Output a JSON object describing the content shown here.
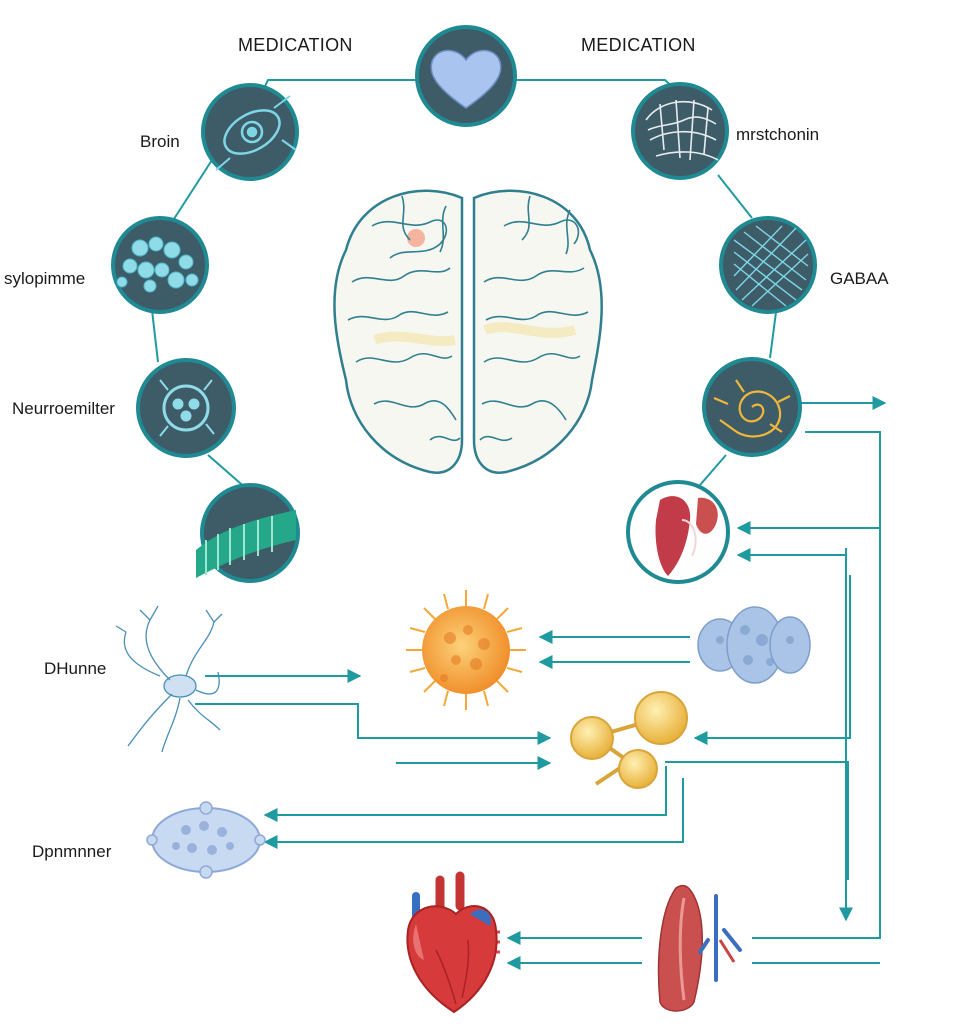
{
  "labels": {
    "medication_left": "MEDICATION",
    "medication_right": "MEDICATION",
    "brain": "Broin",
    "sylopimme": "sylopimme",
    "neurotransmitter": "Neurroemilter",
    "mitochondria": "mrstchonin",
    "gaba": "GABAA",
    "dhunne": "DHunne",
    "dopamine": "Dpnmnner"
  },
  "colors": {
    "connector": "#1f9aa0",
    "node_fill": "#3d5c68",
    "node_ring": "#1f8a92",
    "brain_stroke": "#2f7f8f",
    "sun": "#f4a83a",
    "molecule": "#f2c14e",
    "heart": "#d63a3a",
    "muscle": "#c9504f",
    "cell": "#a9c4e6"
  },
  "icons": {
    "heart_node": "heart-icon",
    "brain_cell_node": "neuron-cell-icon",
    "cluster_node": "molecule-cluster-icon",
    "neurotransmitter_node": "neurotransmitter-icon",
    "ribbon_node": "dna-ribbon-icon",
    "mitochondria_node": "mitochondria-sketch-icon",
    "gaba_node": "receptor-mesh-icon",
    "spiral_node": "spiral-icon",
    "organ_node": "liver-icon",
    "central_brain": "brain-icon",
    "sun": "sun-icon",
    "molecule": "molecule-icon",
    "neuron": "neuron-icon",
    "cell_left": "cell-icon",
    "cell_right": "cell-cluster-icon",
    "heart_organ": "anatomical-heart-icon",
    "muscle": "muscle-icon"
  }
}
